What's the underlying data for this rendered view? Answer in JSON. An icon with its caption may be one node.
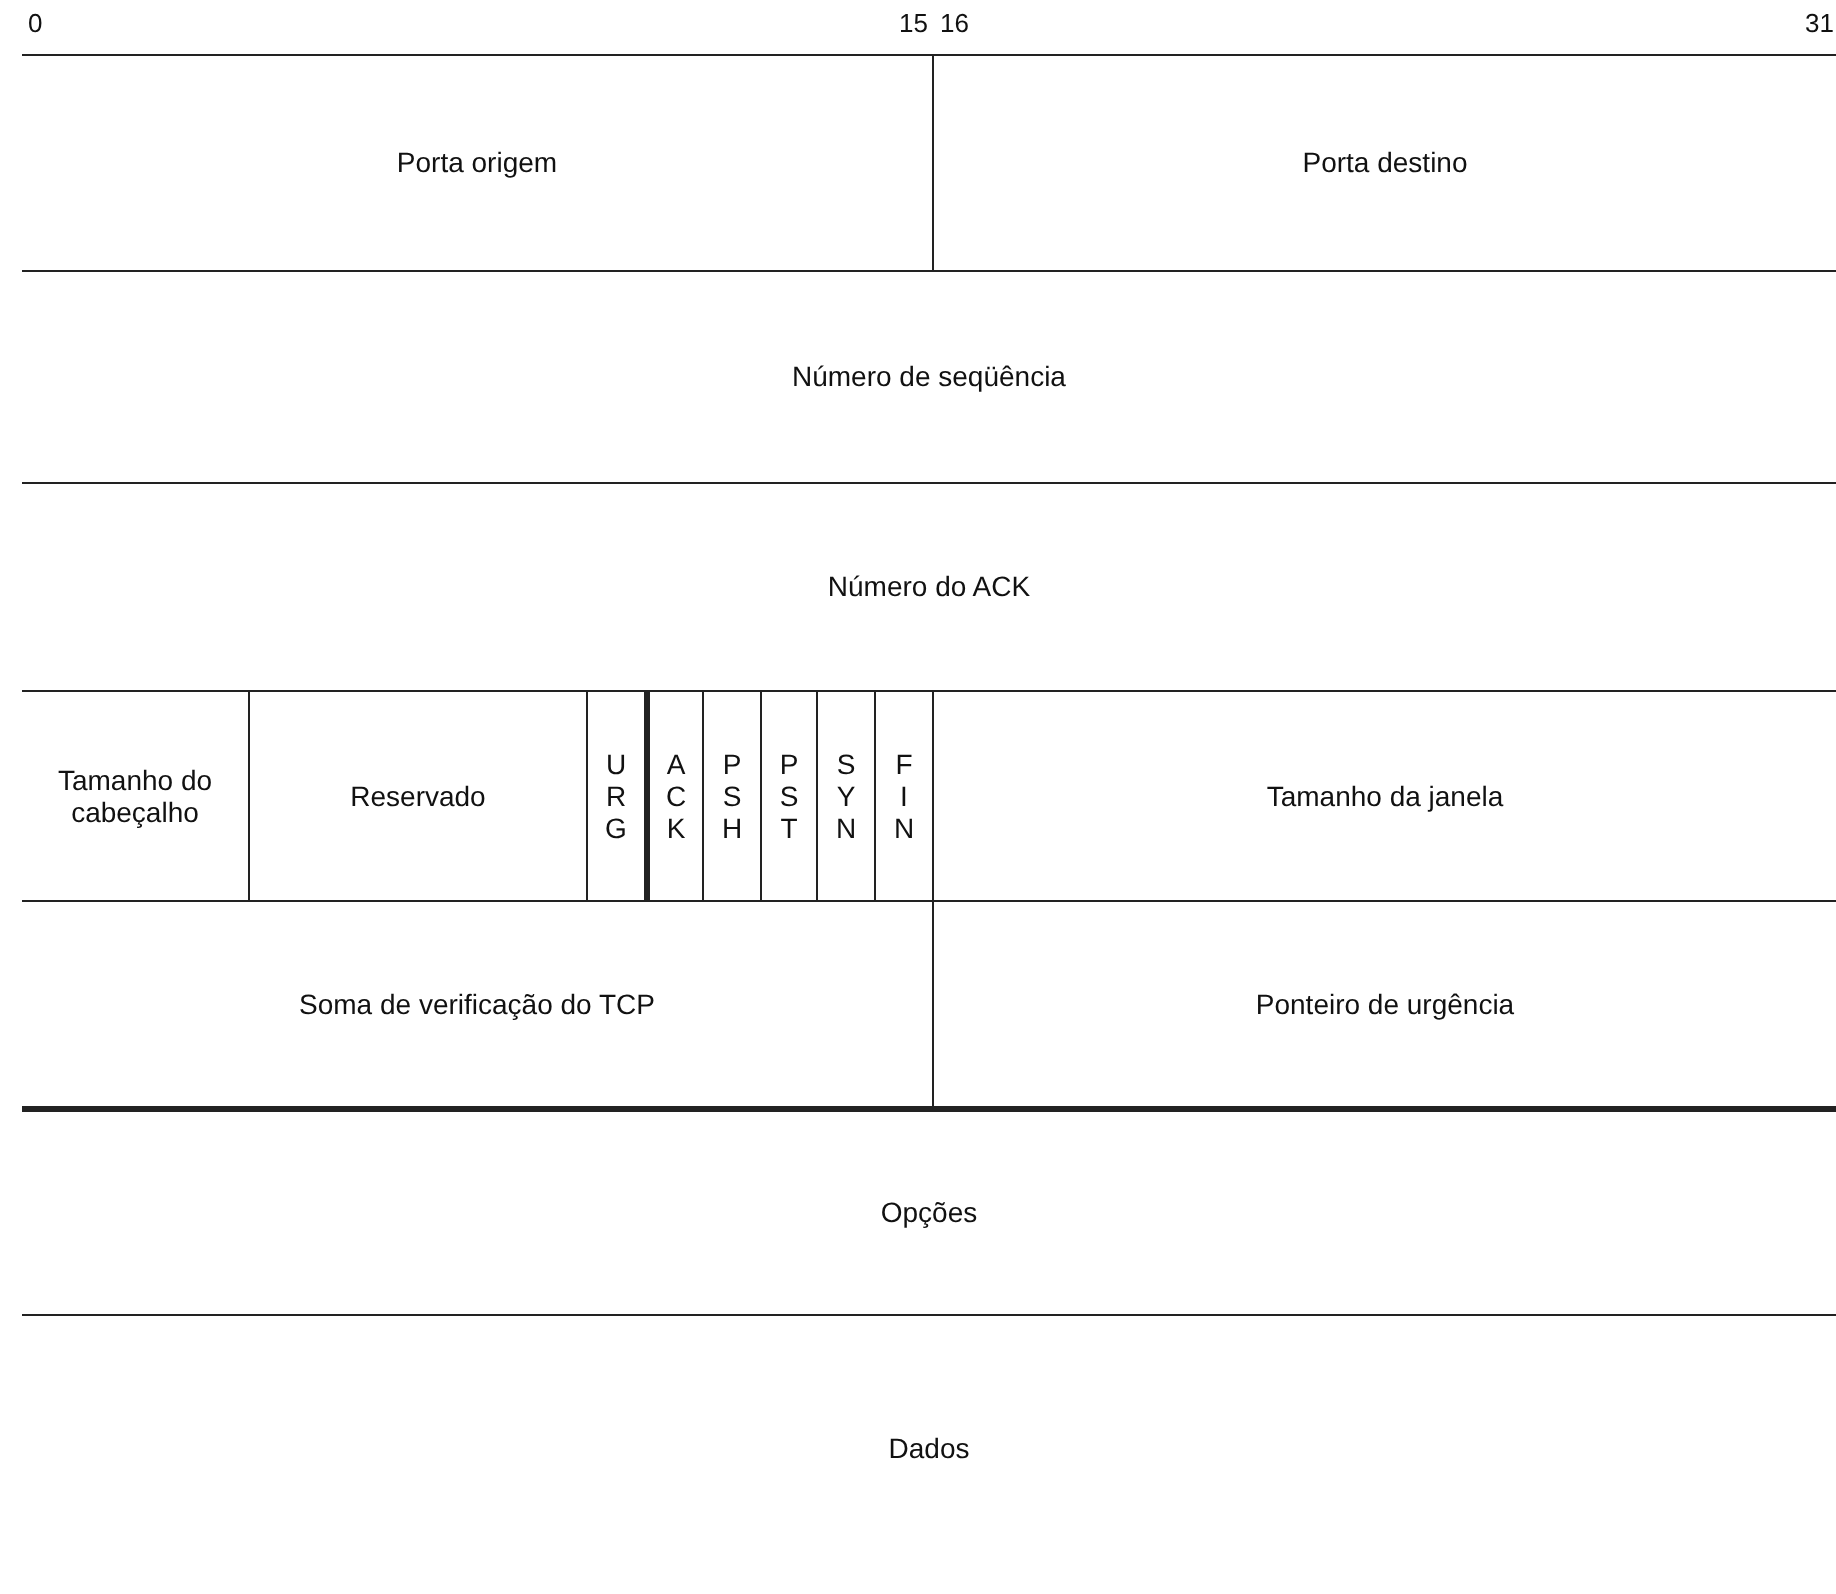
{
  "diagram": {
    "nodes": [
      {
        "text": [
          "Porta origem"
        ]
      },
      {
        "text": [
          "Porta destino"
        ]
      },
      {
        "text": [
          "Número de seqüência"
        ]
      },
      {
        "text": [
          "Número do ACK"
        ]
      },
      {
        "text": [
          "Tamanho do cabeçalho"
        ]
      },
      {
        "text": [
          "Reservado"
        ]
      },
      {
        "text": [
          "U R G"
        ]
      },
      {
        "text": [
          "A C K"
        ]
      },
      {
        "text": [
          "P S H"
        ]
      },
      {
        "text": [
          "P S T"
        ]
      },
      {
        "text": [
          "S Y N"
        ]
      },
      {
        "text": [
          "F I N"
        ]
      },
      {
        "text": [
          "Tamanho da janela"
        ]
      },
      {
        "text": [
          "Soma de verificação do TCP"
        ]
      },
      {
        "text": [
          "Ponteiro de urgência"
        ]
      },
      {
        "text": [
          "Opções"
        ]
      },
      {
        "text": [
          "Dados"
        ]
      }
    ],
    "labels": [
      "0",
      "15",
      "16",
      "31"
    ]
  }
}
